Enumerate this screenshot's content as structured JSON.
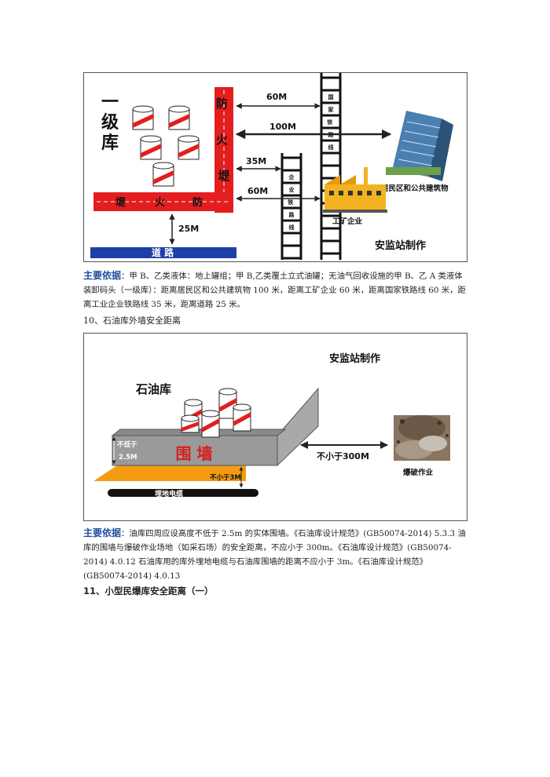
{
  "figure1": {
    "tank_farm_label": "一级库",
    "firewall_vertical_label": "防火堤",
    "firewall_horizontal_label": "堤火防",
    "dist_60m_top": "60M",
    "dist_100m": "100M",
    "dist_35m": "35M",
    "dist_60m_bottom": "60M",
    "dist_25m": "25M",
    "road_label": "道 路",
    "national_rail_label": "国家铁路",
    "enterprise_rail_label": "企业铁路",
    "residential_label": "居民区和公共建筑物",
    "industrial_label": "工矿企业",
    "credit": "安监站制作"
  },
  "basis1": {
    "key": "主要依据",
    "text": "：甲 B、乙类液体：地上罐组；甲 B,乙类覆土立式油罐；无油气回收设施的甲 B、乙 A 类液体装卸码头（一级库）：距离居民区和公共建筑物 100 米，距离工矿企业 60 米，距离国家铁路线 60 米，距离工业企业铁路线 35 米，距离道路 25 米。"
  },
  "heading10": "10、石油库外墙安全距离",
  "figure2": {
    "credit": "安监站制作",
    "depot_label": "石油库",
    "height_note_line1": "不低于",
    "height_note_line2": "2.5M",
    "wall_label": "围 墙",
    "dist_300m": "不小于300M",
    "dist_3m": "不小于3M",
    "cable_label": "埋地电缆",
    "blasting_label": "爆破作业"
  },
  "basis2": {
    "key": "主要依据",
    "text": "：油库四周应设高度不低于 2.5m 的实体围墙。《石油库设计规范》(GB50074-2014) 5.3.3 油库的围墙与爆破作业场地（如采石场）的安全距离，不应小于 300m。《石油库设计规范》(GB50074-2014) 4.0.12 石油库用的库外埋地电缆与石油库围墙的距离不应小于 3m。《石油库设计规范》(GB50074-2014) 4.0.13"
  },
  "heading11": "11、小型民爆库安全距离（一）",
  "colors": {
    "firewall": "#e41e1e",
    "road": "#1f3fa8",
    "key_blue": "#1f4e9e",
    "floor": "#f39c12"
  }
}
